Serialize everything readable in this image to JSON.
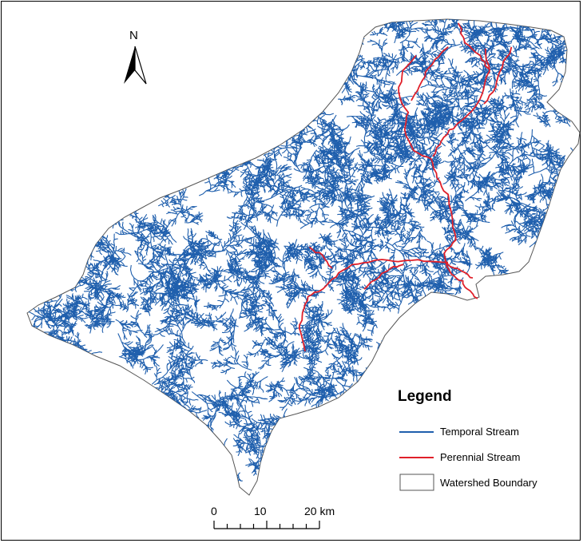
{
  "north_arrow": {
    "label": "N",
    "icon": "north-arrow-icon"
  },
  "legend": {
    "title": "Legend",
    "items": [
      {
        "label": "Temporal Stream",
        "color": "#1f5fad",
        "symbol": "line"
      },
      {
        "label": "Perennial Stream",
        "color": "#e0202a",
        "symbol": "line"
      },
      {
        "label": "Watershed Boundary",
        "color": "#ffffff",
        "symbol": "box"
      }
    ]
  },
  "scale_bar": {
    "labels": [
      "0",
      "10",
      "20 km"
    ],
    "max_km": 20,
    "minor_divisions": 8
  }
}
